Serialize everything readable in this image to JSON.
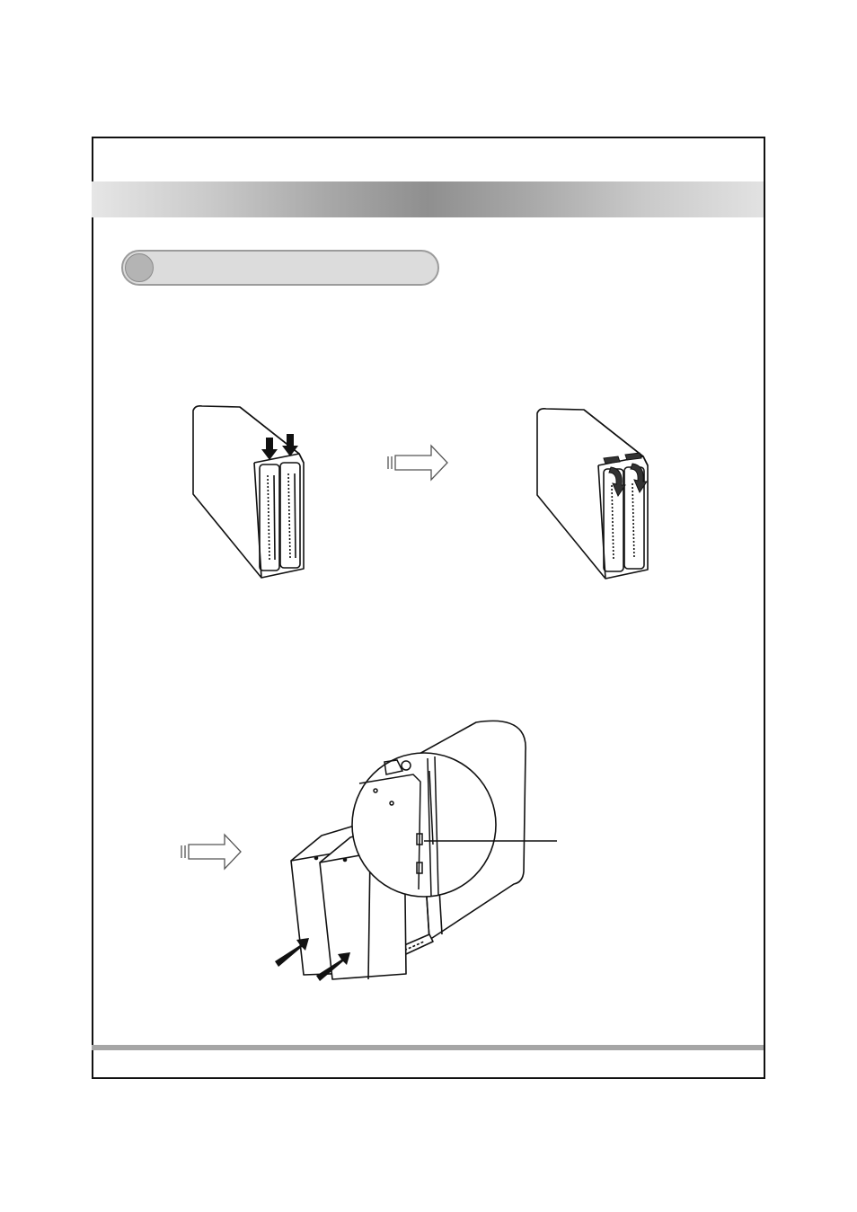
{
  "page": {
    "header_title": "",
    "section_title": "",
    "footer_text": "",
    "callout_label": ""
  },
  "figures": {
    "step1": "enclosure-latches-pressed",
    "step2": "enclosure-latches-opened",
    "step3": "hdd-insertion-with-magnified-detail"
  },
  "colors": {
    "frame": "#111111",
    "band_mid": "#8f8f8f",
    "pill_fill": "#dcdcdc",
    "pill_border": "#9b9b9b",
    "footer_rule": "#a6a6a6"
  }
}
